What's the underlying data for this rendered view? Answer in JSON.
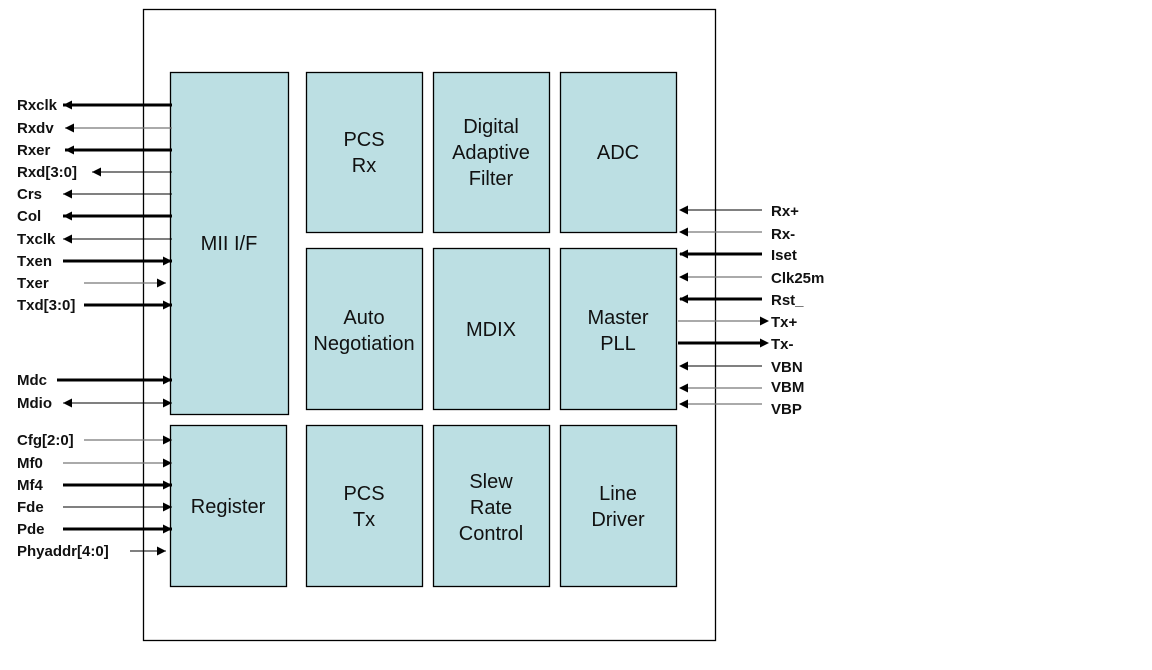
{
  "title": "PHY block diagram",
  "colors": {
    "block_fill": "#bcdfe3",
    "line": "#000000",
    "line_gray": "#777777"
  },
  "blocks": [
    {
      "id": "mii-if",
      "lines": [
        "MII I/F"
      ]
    },
    {
      "id": "pcs-rx",
      "lines": [
        "PCS",
        "Rx"
      ]
    },
    {
      "id": "digital-adaptive-filter",
      "lines": [
        "Digital",
        "Adaptive",
        "Filter"
      ]
    },
    {
      "id": "adc",
      "lines": [
        "ADC"
      ]
    },
    {
      "id": "auto-negotiation",
      "lines": [
        "Auto",
        "Negotiation"
      ]
    },
    {
      "id": "mdix",
      "lines": [
        "MDIX"
      ]
    },
    {
      "id": "master-pll",
      "lines": [
        "Master",
        "PLL"
      ]
    },
    {
      "id": "register",
      "lines": [
        "Register"
      ]
    },
    {
      "id": "pcs-tx",
      "lines": [
        "PCS",
        "Tx"
      ]
    },
    {
      "id": "slew-rate-control",
      "lines": [
        "Slew",
        "Rate",
        "Control"
      ]
    },
    {
      "id": "line-driver",
      "lines": [
        "Line",
        "Driver"
      ]
    }
  ],
  "left_signals": [
    {
      "label": "Rxclk",
      "direction": "out",
      "weight": "thick"
    },
    {
      "label": "Rxdv",
      "direction": "out",
      "weight": "gray"
    },
    {
      "label": "Rxer",
      "direction": "out",
      "weight": "thick"
    },
    {
      "label": "Rxd[3:0]",
      "direction": "out",
      "weight": "thin"
    },
    {
      "label": "Crs",
      "direction": "out",
      "weight": "thin"
    },
    {
      "label": "Col",
      "direction": "out",
      "weight": "thick"
    },
    {
      "label": "Txclk",
      "direction": "out",
      "weight": "thin"
    },
    {
      "label": "Txen",
      "direction": "in",
      "weight": "thick"
    },
    {
      "label": "Txer",
      "direction": "in",
      "weight": "gray"
    },
    {
      "label": "Txd[3:0]",
      "direction": "in",
      "weight": "thick"
    },
    {
      "label": "Mdc",
      "direction": "in",
      "weight": "thick"
    },
    {
      "label": "Mdio",
      "direction": "bidir",
      "weight": "thin"
    },
    {
      "label": "Cfg[2:0]",
      "direction": "in",
      "weight": "gray"
    },
    {
      "label": "Mf0",
      "direction": "in",
      "weight": "gray"
    },
    {
      "label": "Mf4",
      "direction": "in",
      "weight": "thick"
    },
    {
      "label": "Fde",
      "direction": "in",
      "weight": "thin"
    },
    {
      "label": "Pde",
      "direction": "in",
      "weight": "thick"
    },
    {
      "label": "Phyaddr[4:0]",
      "direction": "in",
      "weight": "thin"
    }
  ],
  "right_signals": [
    {
      "label": "Rx+",
      "direction": "in",
      "weight": "thin"
    },
    {
      "label": "Rx-",
      "direction": "in",
      "weight": "gray"
    },
    {
      "label": "Iset",
      "direction": "in",
      "weight": "thick"
    },
    {
      "label": "Clk25m",
      "direction": "in",
      "weight": "gray"
    },
    {
      "label": "Rst_",
      "direction": "in",
      "weight": "thick"
    },
    {
      "label": "Tx+",
      "direction": "out",
      "weight": "gray"
    },
    {
      "label": "Tx-",
      "direction": "out",
      "weight": "thick"
    },
    {
      "label": "VBN",
      "direction": "in",
      "weight": "thin"
    },
    {
      "label": "VBM",
      "direction": "in",
      "weight": "gray"
    },
    {
      "label": "VBP",
      "direction": "in",
      "weight": "gray"
    }
  ]
}
